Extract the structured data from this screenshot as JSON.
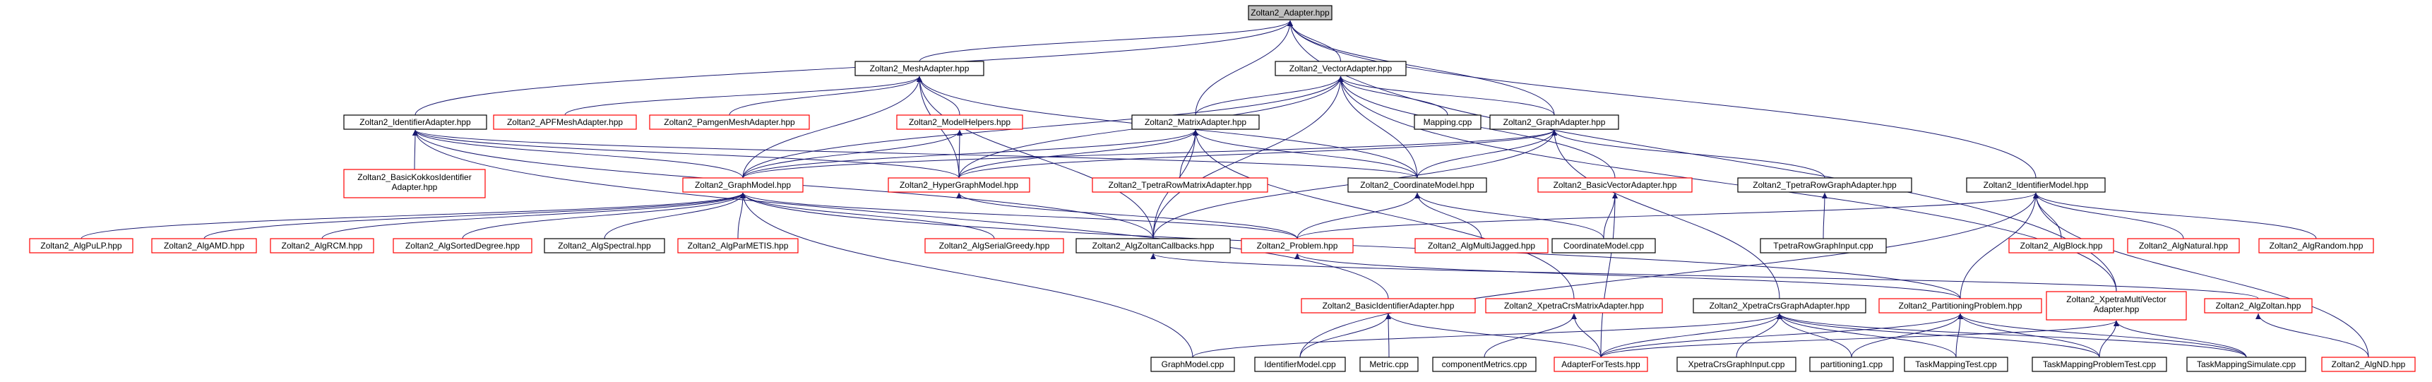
{
  "colors": {
    "edge": "#191970",
    "text": "#000000",
    "border_black": "#000000",
    "border_red": "#ff0000",
    "fill_white": "#ffffff",
    "fill_selected": "#bfbfbf"
  },
  "nodes": [
    {
      "id": "zoltan2-adapter",
      "label": "Zoltan2_Adapter.hpp",
      "style": "selected"
    },
    {
      "id": "zoltan2-meshadapter",
      "label": "Zoltan2_MeshAdapter.hpp",
      "style": "black"
    },
    {
      "id": "zoltan2-vectoradapter",
      "label": "Zoltan2_VectorAdapter.hpp",
      "style": "black"
    },
    {
      "id": "zoltan2-identifieradapter",
      "label": "Zoltan2_IdentifierAdapter.hpp",
      "style": "black"
    },
    {
      "id": "zoltan2-apfmeshadapter",
      "label": "Zoltan2_APFMeshAdapter.hpp",
      "style": "red"
    },
    {
      "id": "zoltan2-pamgenmeshadapter",
      "label": "Zoltan2_PamgenMeshAdapter.hpp",
      "style": "red"
    },
    {
      "id": "zoltan2-modelhelpers",
      "label": "Zoltan2_ModelHelpers.hpp",
      "style": "red"
    },
    {
      "id": "zoltan2-matrixadapter",
      "label": "Zoltan2_MatrixAdapter.hpp",
      "style": "black"
    },
    {
      "id": "mapping-cpp",
      "label": "Mapping.cpp",
      "style": "black"
    },
    {
      "id": "zoltan2-graphadapter",
      "label": "Zoltan2_GraphAdapter.hpp",
      "style": "black"
    },
    {
      "id": "zoltan2-basickokkosidentifieradapter",
      "label": "Zoltan2_BasicKokkosIdentifier",
      "label2": "Adapter.hpp",
      "style": "red"
    },
    {
      "id": "zoltan2-graphmodel",
      "label": "Zoltan2_GraphModel.hpp",
      "style": "red"
    },
    {
      "id": "zoltan2-hypergraphmodel",
      "label": "Zoltan2_HyperGraphModel.hpp",
      "style": "red"
    },
    {
      "id": "zoltan2-tpetrarowmatrixadapter",
      "label": "Zoltan2_TpetraRowMatrixAdapter.hpp",
      "style": "red"
    },
    {
      "id": "zoltan2-coordinatemodel",
      "label": "Zoltan2_CoordinateModel.hpp",
      "style": "black"
    },
    {
      "id": "zoltan2-basicvectoradapter",
      "label": "Zoltan2_BasicVectorAdapter.hpp",
      "style": "red"
    },
    {
      "id": "zoltan2-tpetrarowgraphadapter",
      "label": "Zoltan2_TpetraRowGraphAdapter.hpp",
      "style": "black"
    },
    {
      "id": "zoltan2-identifiermodel",
      "label": "Zoltan2_IdentifierModel.hpp",
      "style": "black"
    },
    {
      "id": "zoltan2-algpulp",
      "label": "Zoltan2_AlgPuLP.hpp",
      "style": "red"
    },
    {
      "id": "zoltan2-algamd",
      "label": "Zoltan2_AlgAMD.hpp",
      "style": "red"
    },
    {
      "id": "zoltan2-algrcm",
      "label": "Zoltan2_AlgRCM.hpp",
      "style": "red"
    },
    {
      "id": "zoltan2-algsorteddegree",
      "label": "Zoltan2_AlgSortedDegree.hpp",
      "style": "red"
    },
    {
      "id": "zoltan2-algspectral",
      "label": "Zoltan2_AlgSpectral.hpp",
      "style": "black"
    },
    {
      "id": "zoltan2-algparmetis",
      "label": "Zoltan2_AlgParMETIS.hpp",
      "style": "red"
    },
    {
      "id": "zoltan2-algserialgreedy",
      "label": "Zoltan2_AlgSerialGreedy.hpp",
      "style": "red"
    },
    {
      "id": "zoltan2-algzoltancallbacks",
      "label": "Zoltan2_AlgZoltanCallbacks.hpp",
      "style": "black"
    },
    {
      "id": "zoltan2-problem",
      "label": "Zoltan2_Problem.hpp",
      "style": "red"
    },
    {
      "id": "zoltan2-algmultijagged",
      "label": "Zoltan2_AlgMultiJagged.hpp",
      "style": "red"
    },
    {
      "id": "coordinatemodel-cpp",
      "label": "CoordinateModel.cpp",
      "style": "black"
    },
    {
      "id": "tpetrarowgraphinput-cpp",
      "label": "TpetraRowGraphInput.cpp",
      "style": "black"
    },
    {
      "id": "zoltan2-algblock",
      "label": "Zoltan2_AlgBlock.hpp",
      "style": "red"
    },
    {
      "id": "zoltan2-algnatural",
      "label": "Zoltan2_AlgNatural.hpp",
      "style": "red"
    },
    {
      "id": "zoltan2-algrandom",
      "label": "Zoltan2_AlgRandom.hpp",
      "style": "red"
    },
    {
      "id": "zoltan2-basicidentifieradapter",
      "label": "Zoltan2_BasicIdentifierAdapter.hpp",
      "style": "red"
    },
    {
      "id": "zoltan2-xpetracrsmatrixadapter",
      "label": "Zoltan2_XpetraCrsMatrixAdapter.hpp",
      "style": "red"
    },
    {
      "id": "zoltan2-xpetracrsgraphadapter",
      "label": "Zoltan2_XpetraCrsGraphAdapter.hpp",
      "style": "black"
    },
    {
      "id": "zoltan2-partitioningproblem",
      "label": "Zoltan2_PartitioningProblem.hpp",
      "style": "red"
    },
    {
      "id": "zoltan2-xpetramultivectoradapter",
      "label": "Zoltan2_XpetraMultiVector",
      "label2": "Adapter.hpp",
      "style": "red"
    },
    {
      "id": "zoltan2-algzoltan",
      "label": "Zoltan2_AlgZoltan.hpp",
      "style": "red"
    },
    {
      "id": "graphmodel-cpp",
      "label": "GraphModel.cpp",
      "style": "black"
    },
    {
      "id": "identifiermodel-cpp",
      "label": "IdentifierModel.cpp",
      "style": "black"
    },
    {
      "id": "metric-cpp",
      "label": "Metric.cpp",
      "style": "black"
    },
    {
      "id": "componentmetrics-cpp",
      "label": "componentMetrics.cpp",
      "style": "black"
    },
    {
      "id": "adapterfortests-hpp",
      "label": "AdapterForTests.hpp",
      "style": "red"
    },
    {
      "id": "xpetracrsgraphinput-cpp",
      "label": "XpetraCrsGraphInput.cpp",
      "style": "black"
    },
    {
      "id": "partitioning1-cpp",
      "label": "partitioning1.cpp",
      "style": "black"
    },
    {
      "id": "taskmappingtest-cpp",
      "label": "TaskMappingTest.cpp",
      "style": "black"
    },
    {
      "id": "taskmappingproblemtest-cpp",
      "label": "TaskMappingProblemTest.cpp",
      "style": "black"
    },
    {
      "id": "taskmappingsimulate-cpp",
      "label": "TaskMappingSimulate.cpp",
      "style": "black"
    },
    {
      "id": "zoltan2-algnd",
      "label": "Zoltan2_AlgND.hpp",
      "style": "red"
    }
  ]
}
